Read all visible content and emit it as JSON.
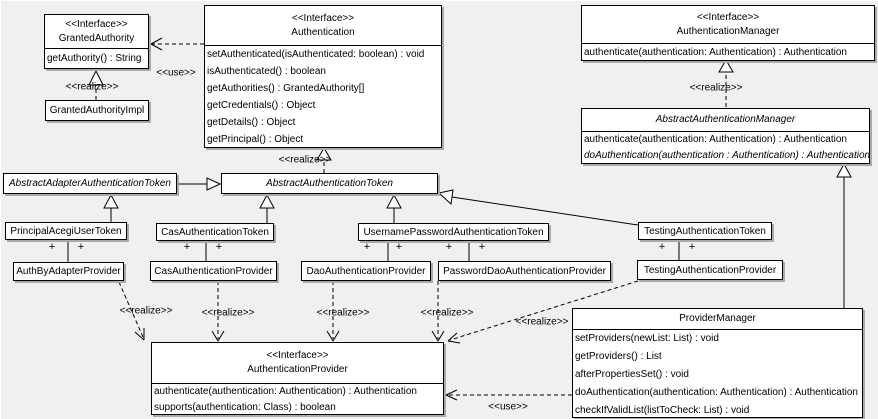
{
  "stereotypes": {
    "interface": "<<Interface>>",
    "realize": "<<realize>>",
    "use": "<<use>>",
    "plus": "+"
  },
  "colors": {
    "background": "#f0f0f0",
    "box_fill": "#ffffff",
    "line": "#000000",
    "shadow": "#aaaaaa"
  },
  "boxes": {
    "granted_authority": {
      "name": "GrantedAuthority",
      "methods": [
        "getAuthority() : String"
      ]
    },
    "granted_authority_impl": {
      "name": "GrantedAuthorityImpl"
    },
    "authentication": {
      "name": "Authentication",
      "methods": [
        "setAuthenticated(isAuthenticated: boolean) : void",
        "isAuthenticated() : boolean",
        "getAuthorities() : GrantedAuthority[]",
        "getCredentials() : Object",
        "getDetails() : Object",
        "getPrincipal() : Object"
      ]
    },
    "authentication_manager": {
      "name": "AuthenticationManager",
      "methods": [
        "authenticate(authentication: Authentication) : Authentication"
      ]
    },
    "abstract_authentication_manager": {
      "name": "AbstractAuthenticationManager",
      "methods": [
        "authenticate(authentication: Authentication) : Authentication",
        "doAuthentication(authentication : Authentication) : Authentication"
      ]
    },
    "abstract_adapter_authentication_token": {
      "name": "AbstractAdapterAuthenticationToken"
    },
    "abstract_authentication_token": {
      "name": "AbstractAuthenticationToken"
    },
    "principal_acegi_user_token": {
      "name": "PrincipalAcegiUserToken"
    },
    "cas_authentication_token": {
      "name": "CasAuthenticationToken"
    },
    "username_password_authentication_token": {
      "name": "UsernamePasswordAuthenticationToken"
    },
    "testing_authentication_token": {
      "name": "TestingAuthenticationToken"
    },
    "auth_by_adapter_provider": {
      "name": "AuthByAdapterProvider"
    },
    "cas_authentication_provider": {
      "name": "CasAuthenticationProvider"
    },
    "dao_authentication_provider": {
      "name": "DaoAuthenticationProvider"
    },
    "password_dao_authentication_provider": {
      "name": "PasswordDaoAuthenticationProvider"
    },
    "testing_authentication_provider": {
      "name": "TestingAuthenticationProvider"
    },
    "authentication_provider": {
      "name": "AuthenticationProvider",
      "methods": [
        "authenticate(authentication: Authentication) : Authentication",
        "supports(authentication: Class) : boolean"
      ]
    },
    "provider_manager": {
      "name": "ProviderManager",
      "methods": [
        "setProviders(newList: List) : void",
        "getProviders() : List",
        "afterPropertiesSet() : void",
        "doAuthentication(authentication: Authentication) : Authentication",
        "checkIfValidList(listToCheck: List) : void"
      ]
    }
  }
}
